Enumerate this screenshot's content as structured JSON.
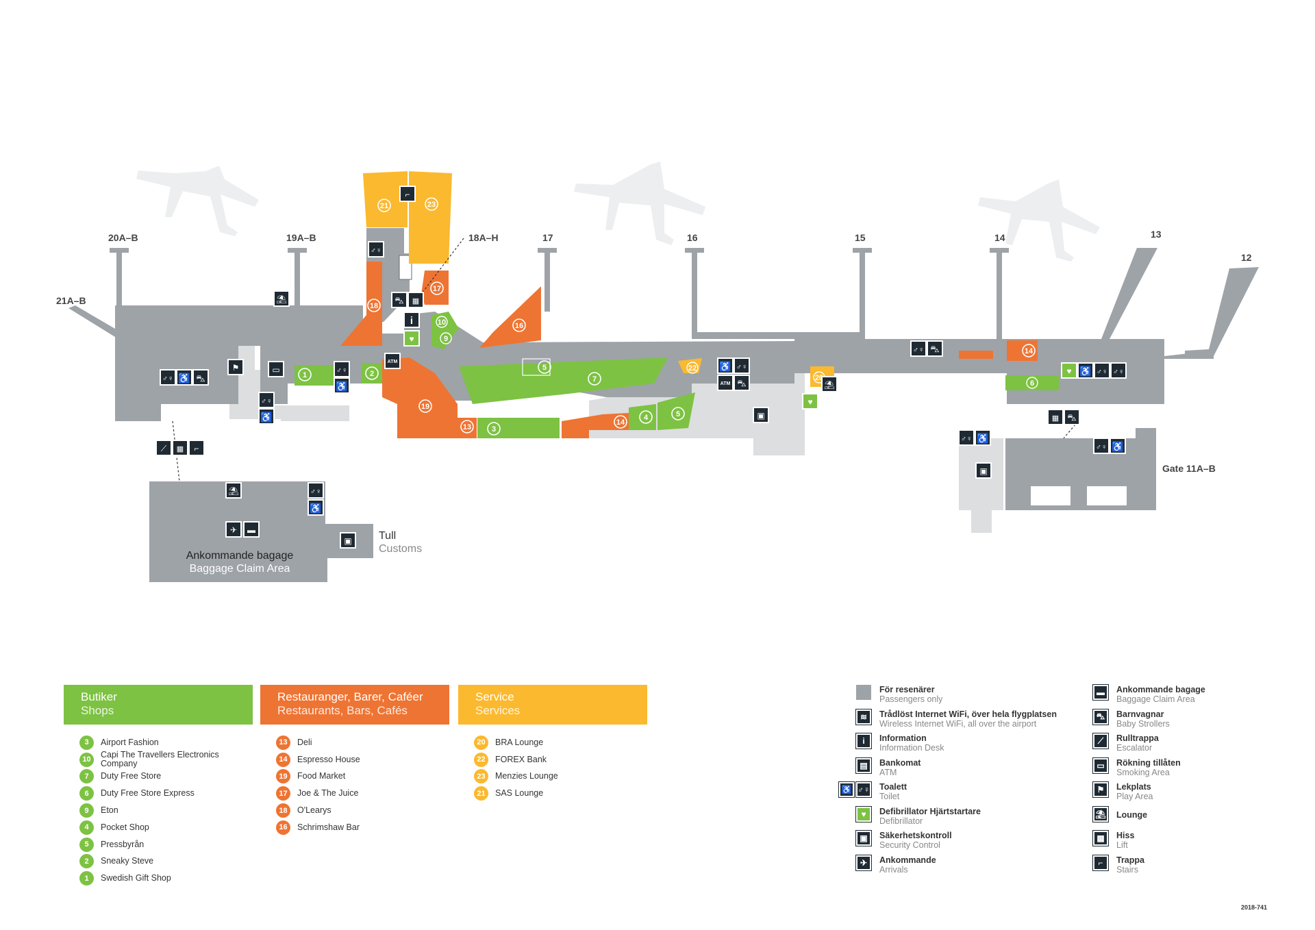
{
  "colors": {
    "passenger_area": "#9ea3a8",
    "public_area": "#dcdedf",
    "shops": "#7dc243",
    "restaurants": "#ee7433",
    "services": "#fbb92f",
    "icon": "#1f2a33"
  },
  "gates": [
    "21A–B",
    "20A–B",
    "19A–B",
    "18A–H",
    "17",
    "16",
    "15",
    "14",
    "13",
    "12",
    "Gate 11A–B"
  ],
  "areas": {
    "baggage_sv": "Ankommande bagage",
    "baggage_en": "Baggage Claim Area",
    "customs_sv": "Tull",
    "customs_en": "Customs"
  },
  "map_labels": {
    "atm": "ATM"
  },
  "unit_numbers": [
    "1",
    "2",
    "3",
    "4",
    "5",
    "6",
    "7",
    "9",
    "10",
    "13",
    "14",
    "16",
    "17",
    "18",
    "19",
    "20",
    "21",
    "22",
    "23"
  ],
  "categories": [
    {
      "title_sv": "Butiker",
      "title_en": "Shops",
      "color": "#7dc243",
      "items": [
        {
          "num": "3",
          "name": "Airport Fashion"
        },
        {
          "num": "10",
          "name": "Capi The Travellers Electronics Company"
        },
        {
          "num": "7",
          "name": "Duty Free Store"
        },
        {
          "num": "6",
          "name": "Duty Free Store Express"
        },
        {
          "num": "9",
          "name": "Eton"
        },
        {
          "num": "4",
          "name": "Pocket Shop"
        },
        {
          "num": "5",
          "name": "Pressbyrån"
        },
        {
          "num": "2",
          "name": "Sneaky Steve"
        },
        {
          "num": "1",
          "name": "Swedish Gift Shop"
        }
      ]
    },
    {
      "title_sv": "Restauranger, Barer, Caféer",
      "title_en": "Restaurants, Bars, Cafés",
      "color": "#ee7433",
      "items": [
        {
          "num": "13",
          "name": "Deli"
        },
        {
          "num": "14",
          "name": "Espresso House"
        },
        {
          "num": "19",
          "name": "Food Market"
        },
        {
          "num": "17",
          "name": "Joe & The Juice"
        },
        {
          "num": "18",
          "name": "O'Learys"
        },
        {
          "num": "16",
          "name": "Schrimshaw Bar"
        }
      ]
    },
    {
      "title_sv": "Service",
      "title_en": "Services",
      "color": "#fbb92f",
      "items": [
        {
          "num": "20",
          "name": "BRA Lounge"
        },
        {
          "num": "22",
          "name": "FOREX Bank"
        },
        {
          "num": "23",
          "name": "Menzies Lounge"
        },
        {
          "num": "21",
          "name": "SAS Lounge"
        }
      ]
    }
  ],
  "legend_left": [
    {
      "sv": "För resenärer",
      "en": "Passengers only",
      "icon": "passenger-area-swatch"
    },
    {
      "sv": "Trådlöst Internet WiFi, över hela flygplatsen",
      "en": "Wireless Internet WiFi, all over the airport",
      "icon": "wifi-icon"
    },
    {
      "sv": "Information",
      "en": "Information Desk",
      "icon": "information-icon",
      "glyph": "i"
    },
    {
      "sv": "Bankomat",
      "en": "ATM",
      "icon": "atm-icon"
    },
    {
      "sv": "Toalett",
      "en": "Toilet",
      "icon": "toilet-icon"
    },
    {
      "sv": "Defibrillator Hjärtstartare",
      "en": "Defibrillator",
      "icon": "defibrillator-icon"
    },
    {
      "sv": "Säkerhetskontroll",
      "en": "Security Control",
      "icon": "security-control-icon"
    },
    {
      "sv": "Ankommande",
      "en": "Arrivals",
      "icon": "arrivals-icon"
    }
  ],
  "legend_right": [
    {
      "sv": "Ankommande bagage",
      "en": "Baggage Claim Area",
      "icon": "baggage-claim-icon"
    },
    {
      "sv": "Barnvagnar",
      "en": "Baby Strollers",
      "icon": "baby-stroller-icon"
    },
    {
      "sv": "Rulltrappa",
      "en": "Escalator",
      "icon": "escalator-icon"
    },
    {
      "sv": "Rökning tillåten",
      "en": "Smoking Area",
      "icon": "smoking-area-icon"
    },
    {
      "sv": "Lekplats",
      "en": "Play Area",
      "icon": "play-area-icon"
    },
    {
      "sv": "Lounge",
      "en": "",
      "icon": "lounge-icon"
    },
    {
      "sv": "Hiss",
      "en": "Lift",
      "icon": "lift-icon"
    },
    {
      "sv": "Trappa",
      "en": "Stairs",
      "icon": "stairs-icon"
    }
  ],
  "doc_code": "2018-741"
}
